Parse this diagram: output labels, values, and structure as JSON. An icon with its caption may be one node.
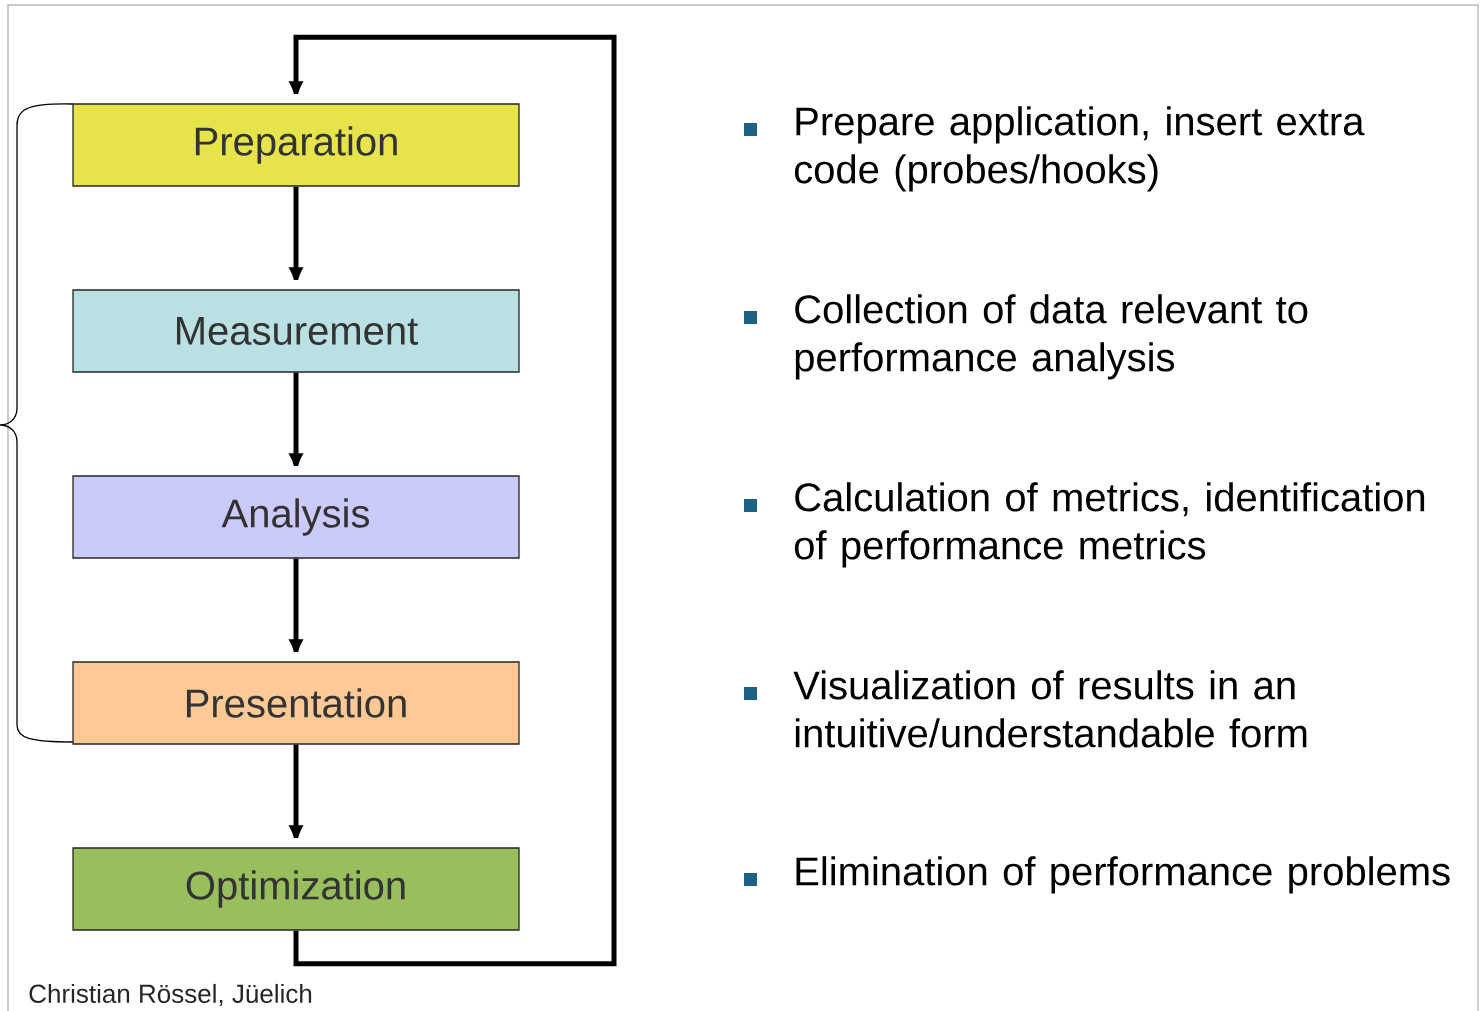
{
  "diagram": {
    "nodes": [
      {
        "text": [
          "Preparation"
        ]
      },
      {
        "text": [
          "Measurement"
        ]
      },
      {
        "text": [
          "Analysis"
        ]
      },
      {
        "text": [
          "Presentation"
        ]
      },
      {
        "text": [
          "Optimization"
        ]
      }
    ],
    "edges": [
      {
        "from": 0,
        "to": 1,
        "arrow": "to"
      },
      {
        "from": 1,
        "to": 2,
        "arrow": "to"
      },
      {
        "from": 2,
        "to": 3,
        "arrow": "to"
      },
      {
        "from": 3,
        "to": 4,
        "arrow": "to"
      },
      {
        "from": 4,
        "to": 0,
        "arrow": "to"
      }
    ],
    "labels": [
      "Prepare application, insert extra code (probes/hooks)",
      "Collection of data relevant to performance analysis",
      "Calculation of metrics, identification of performance metrics",
      "Visualization of results in an intuitive/understandable form",
      "Elimination of performance problems",
      "Christian Rössel, Jüelich"
    ]
  }
}
